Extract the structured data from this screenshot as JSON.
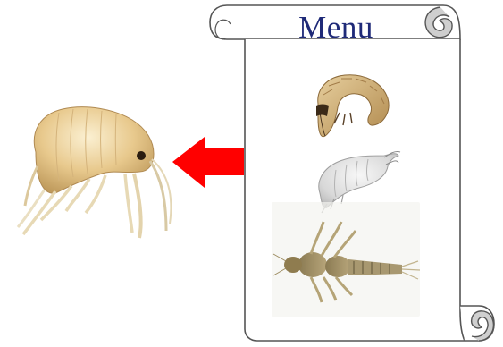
{
  "menu": {
    "title": "Menu",
    "items": [
      {
        "name": "caddisfly-larva"
      },
      {
        "name": "isopod"
      },
      {
        "name": "mayfly-nymph"
      }
    ]
  },
  "main_animal": {
    "name": "amphipod"
  },
  "arrow": {
    "color": "#ff0000",
    "direction": "left"
  },
  "scroll": {
    "stroke": "#555555",
    "curl_fill": "#cfcfcf"
  },
  "colors": {
    "title": "#1f2a78"
  }
}
